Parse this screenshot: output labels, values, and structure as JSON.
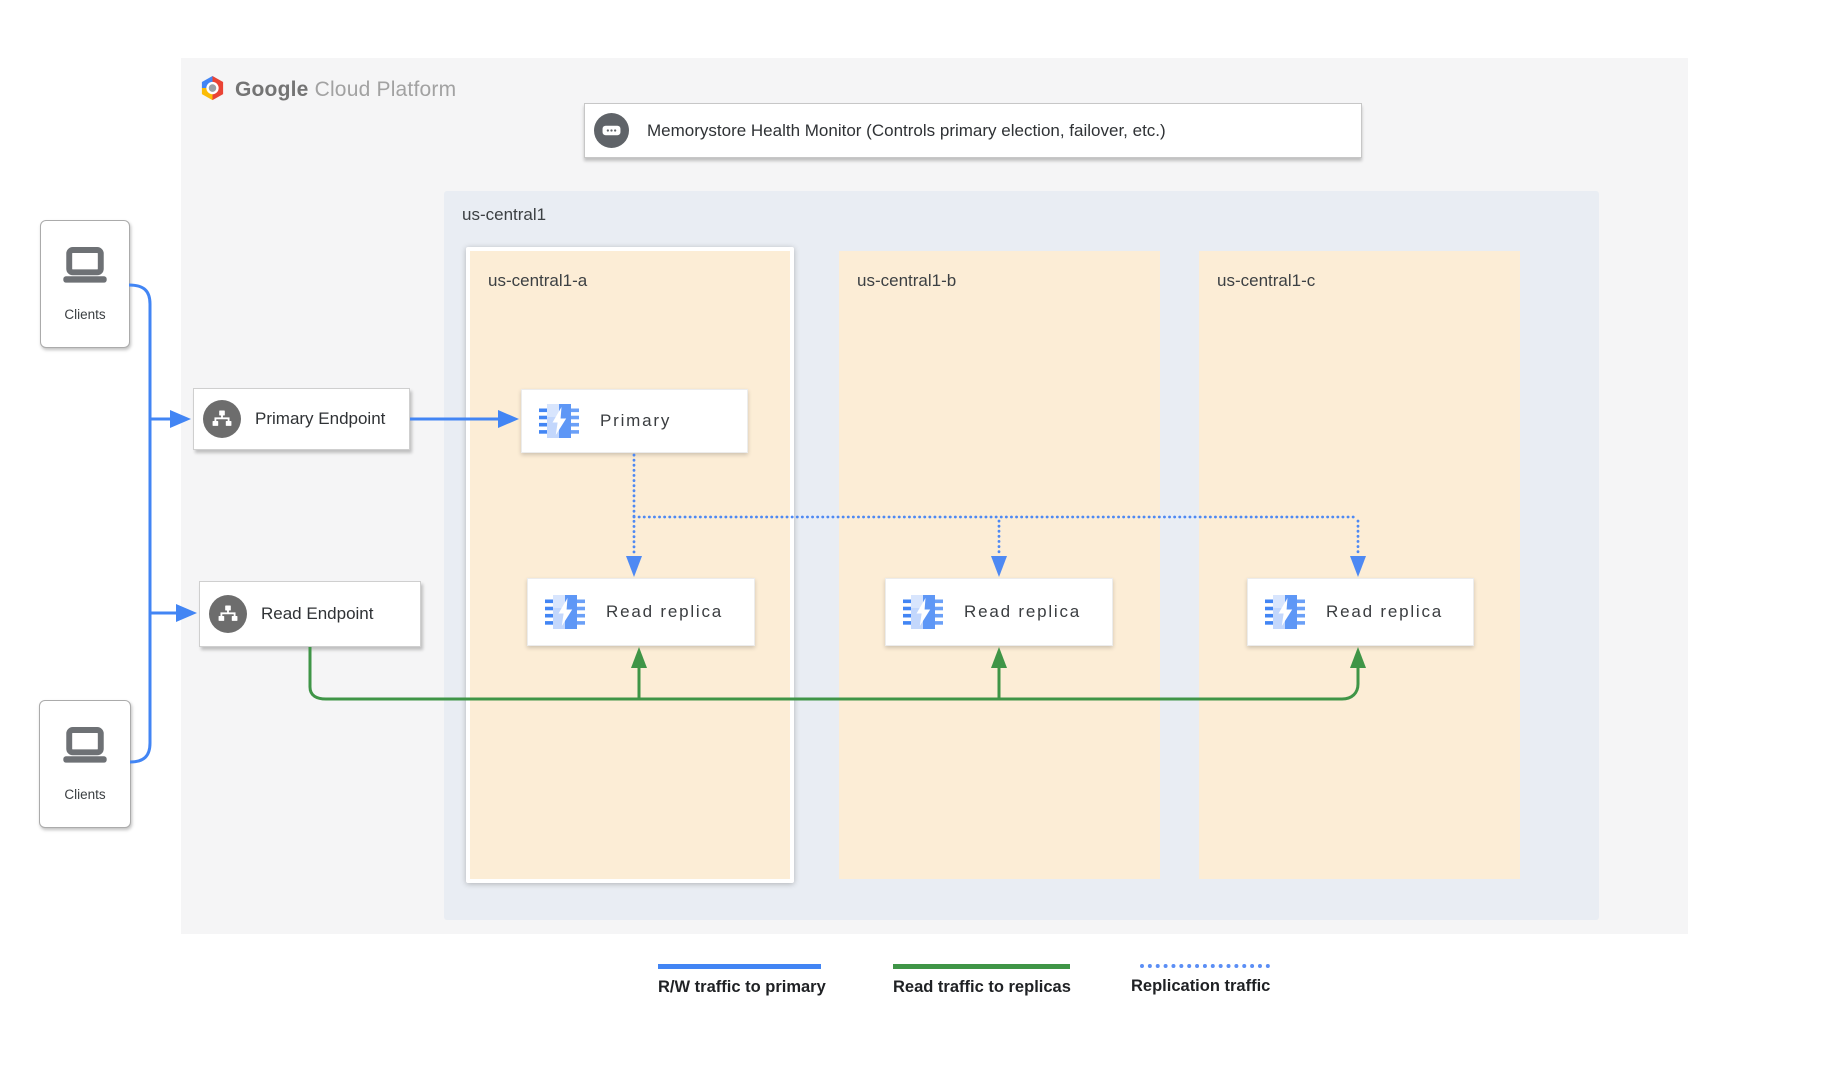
{
  "brand": {
    "name_bold": "Google",
    "name_light": "Cloud Platform"
  },
  "health_monitor": {
    "label": "Memorystore Health Monitor (Controls primary election, failover, etc.)"
  },
  "clients": {
    "top_label": "Clients",
    "bottom_label": "Clients"
  },
  "endpoints": {
    "primary_label": "Primary Endpoint",
    "read_label": "Read Endpoint"
  },
  "region": {
    "label": "us-central1",
    "zones": [
      {
        "label": "us-central1-a",
        "nodes": [
          {
            "label": "Primary"
          },
          {
            "label": "Read replica"
          }
        ]
      },
      {
        "label": "us-central1-b",
        "nodes": [
          {
            "label": "Read replica"
          }
        ]
      },
      {
        "label": "us-central1-c",
        "nodes": [
          {
            "label": "Read replica"
          }
        ]
      }
    ]
  },
  "legend": {
    "items": [
      {
        "label": "R/W traffic to primary",
        "style": "solid",
        "color": "#4285f4"
      },
      {
        "label": "Read traffic to replicas",
        "style": "solid",
        "color": "#3f9547"
      },
      {
        "label": "Replication traffic",
        "style": "dotted",
        "color": "#5b8ef5"
      }
    ]
  },
  "colors": {
    "rw_traffic_blue": "#4285f4",
    "read_traffic_green": "#3f9547",
    "replication_blue": "#4e89f3",
    "region_fill": "#e9edf3",
    "zone_fill": "#fcedd6",
    "panel_fill": "#f5f5f6"
  }
}
